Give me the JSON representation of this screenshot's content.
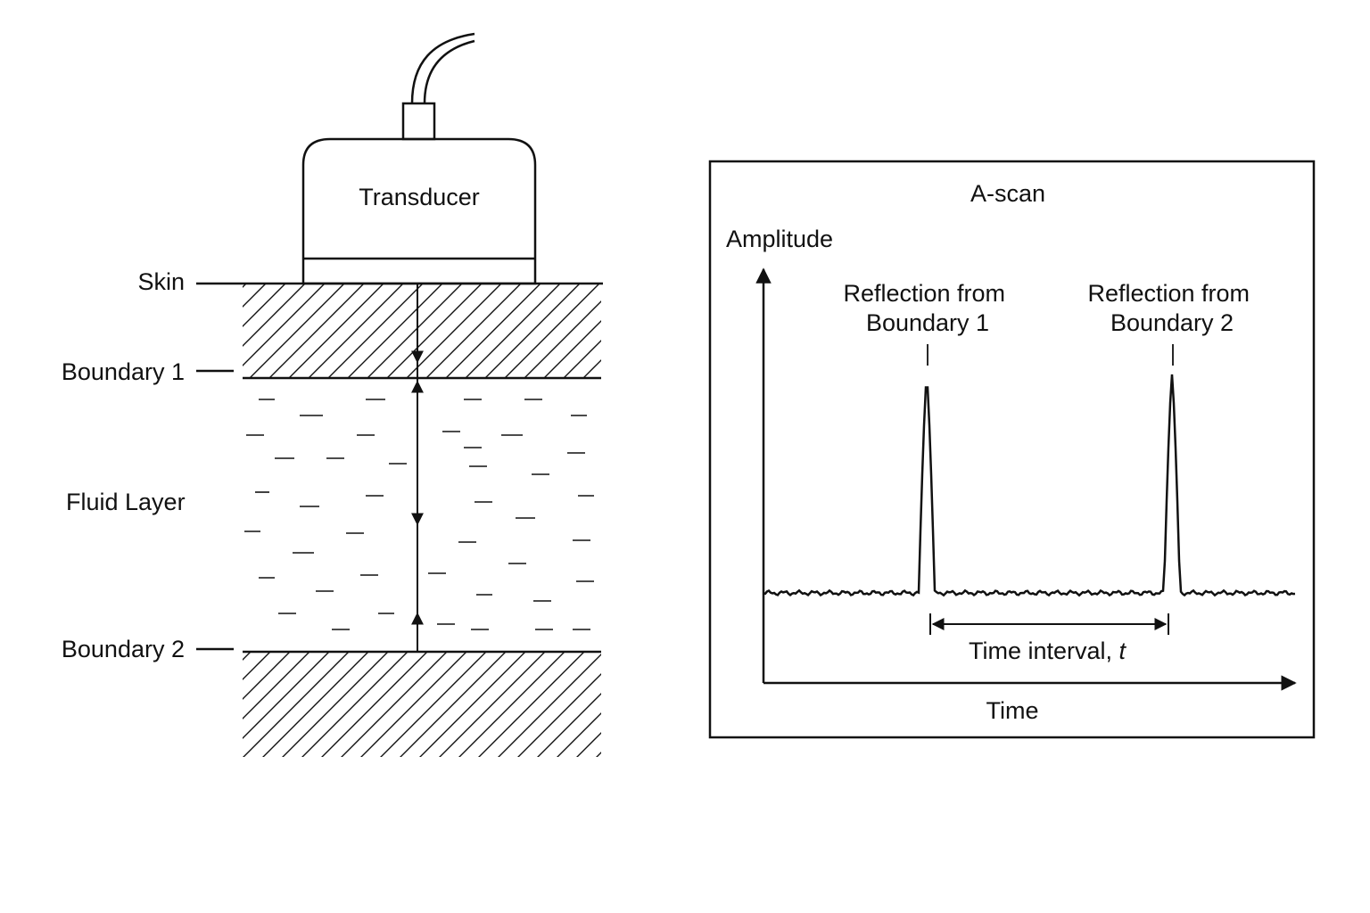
{
  "cross_section": {
    "transducer_label": "Transducer",
    "layers": {
      "skin": "Skin",
      "boundary_1": "Boundary 1",
      "fluid_layer": "Fluid Layer",
      "boundary_2": "Boundary 2"
    }
  },
  "a_scan": {
    "title": "A-scan",
    "y_axis_label": "Amplitude",
    "x_axis_label": "Time",
    "peak_1_label": [
      "Reflection from",
      "Boundary 1"
    ],
    "peak_2_label": [
      "Reflection from",
      "Boundary 2"
    ],
    "interval_label": "Time interval, ",
    "interval_symbol": "t"
  },
  "colors": {
    "ink": "#111111",
    "background": "#ffffff"
  }
}
